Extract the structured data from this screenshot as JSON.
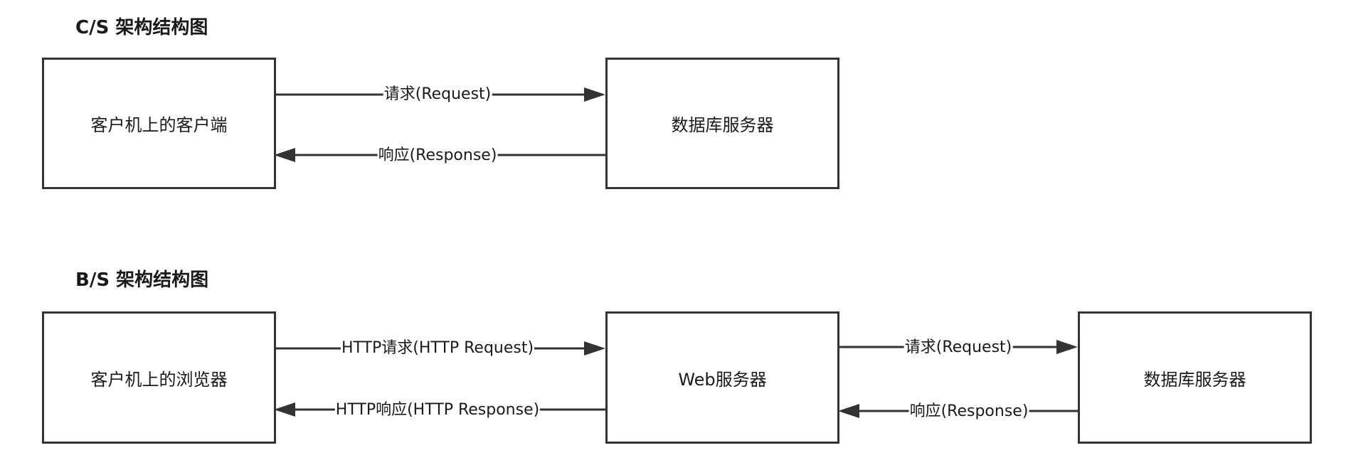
{
  "cs": {
    "title": "C/S 架构结构图",
    "client": "客户机上的客户端",
    "server": "数据库服务器",
    "request": "请求(Request)",
    "response": "响应(Response)"
  },
  "bs": {
    "title": "B/S 架构结构图",
    "client": "客户机上的浏览器",
    "web_server": "Web服务器",
    "db_server": "数据库服务器",
    "http_request": "HTTP请求(HTTP Request)",
    "http_response": "HTTP响应(HTTP Response)",
    "request": "请求(Request)",
    "response": "响应(Response)"
  },
  "colors": {
    "stroke": "#333333",
    "text": "#1a1a1a",
    "background": "#ffffff"
  }
}
